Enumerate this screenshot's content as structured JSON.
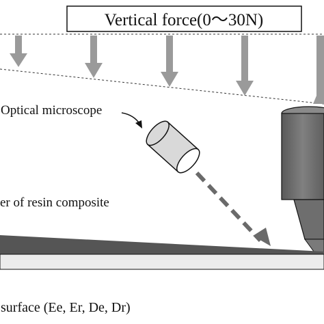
{
  "figure": {
    "title_box": "Vertical force(0～30N)",
    "labels": {
      "optical_microscope": "Optical microscope",
      "resin_layer": "er of resin composite",
      "surface_caption": "surface (Ee, Er, De, Dr)"
    },
    "force_arrow_count": 5,
    "colors": {
      "arrow_gray": "#9a9a9a",
      "indenter_dark": "#6e6e6e",
      "microscope_light": "#d9d9d9",
      "substrate_gray": "#ececec",
      "wedge_dark": "#555555",
      "outline": "#111111"
    },
    "icons": [
      "force-arrow-icon",
      "microscope-icon",
      "indenter-icon"
    ]
  }
}
